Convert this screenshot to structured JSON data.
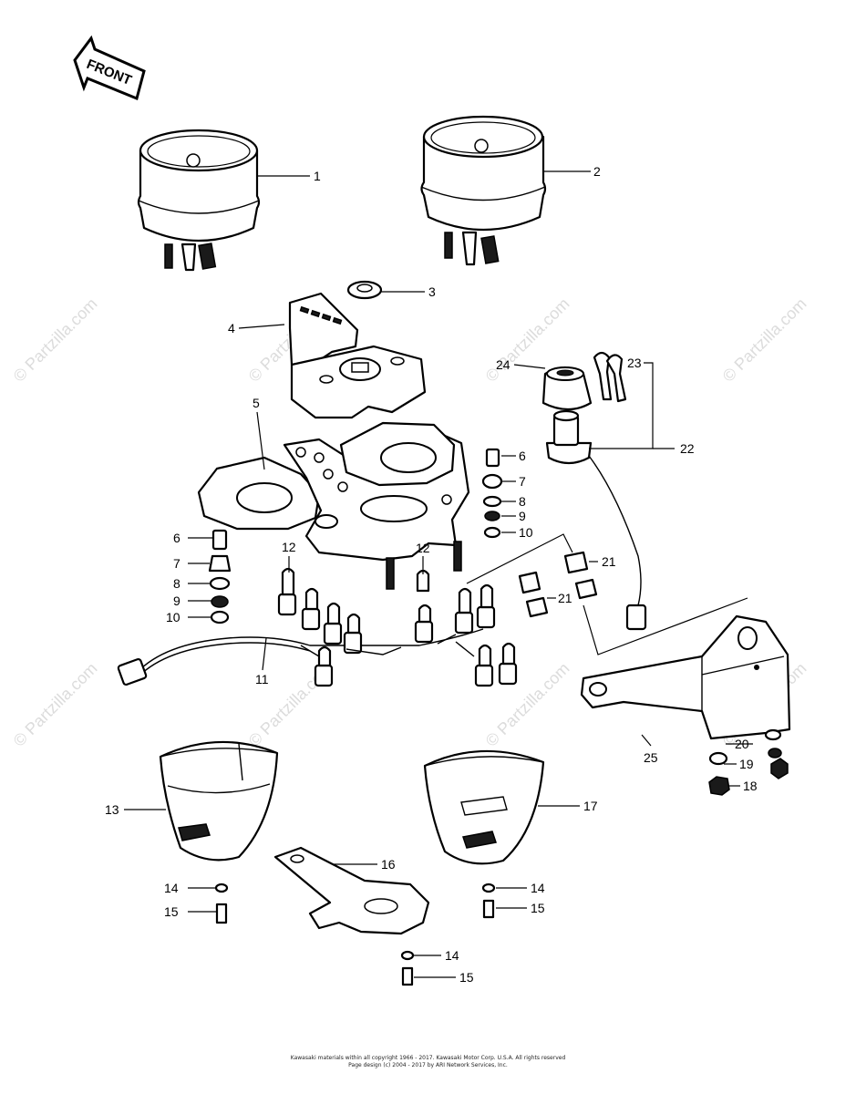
{
  "diagram": {
    "front_label": "FRONT",
    "watermark": "© Partzilla.com",
    "callouts": [
      {
        "id": "c1",
        "text": "1"
      },
      {
        "id": "c2",
        "text": "2"
      },
      {
        "id": "c3",
        "text": "3"
      },
      {
        "id": "c4",
        "text": "4"
      },
      {
        "id": "c5",
        "text": "5"
      },
      {
        "id": "c6a",
        "text": "6"
      },
      {
        "id": "c7a",
        "text": "7"
      },
      {
        "id": "c8a",
        "text": "8"
      },
      {
        "id": "c9a",
        "text": "9"
      },
      {
        "id": "c10a",
        "text": "10"
      },
      {
        "id": "c6b",
        "text": "6"
      },
      {
        "id": "c7b",
        "text": "7"
      },
      {
        "id": "c8b",
        "text": "8"
      },
      {
        "id": "c9b",
        "text": "9"
      },
      {
        "id": "c10b",
        "text": "10"
      },
      {
        "id": "c11",
        "text": "11"
      },
      {
        "id": "c12a",
        "text": "12"
      },
      {
        "id": "c12b",
        "text": "12"
      },
      {
        "id": "c13",
        "text": "13"
      },
      {
        "id": "c14a",
        "text": "14"
      },
      {
        "id": "c15a",
        "text": "15"
      },
      {
        "id": "c16",
        "text": "16"
      },
      {
        "id": "c17",
        "text": "17"
      },
      {
        "id": "c14b",
        "text": "14"
      },
      {
        "id": "c15b",
        "text": "15"
      },
      {
        "id": "c14c",
        "text": "14"
      },
      {
        "id": "c15c",
        "text": "15"
      },
      {
        "id": "c18",
        "text": "18"
      },
      {
        "id": "c19",
        "text": "19"
      },
      {
        "id": "c20",
        "text": "20"
      },
      {
        "id": "c21a",
        "text": "21"
      },
      {
        "id": "c21b",
        "text": "21"
      },
      {
        "id": "c22",
        "text": "22"
      },
      {
        "id": "c23",
        "text": "23"
      },
      {
        "id": "c24",
        "text": "24"
      },
      {
        "id": "c25",
        "text": "25"
      }
    ]
  },
  "footer": {
    "line1": "Kawasaki materials within all copyright 1966 - 2017. Kawasaki Motor Corp. U.S.A. All rights reserved",
    "line2": "Page design (c) 2004 - 2017 by ARI Network Services, Inc."
  }
}
